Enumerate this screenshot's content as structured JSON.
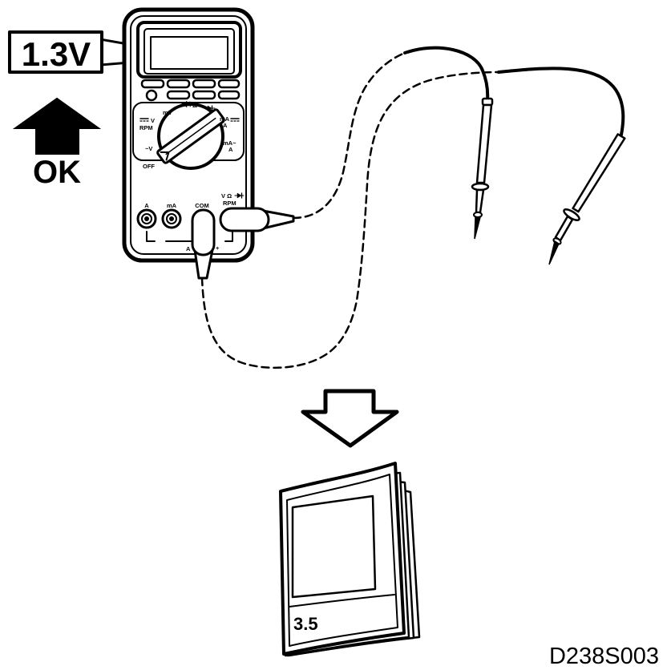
{
  "callout": {
    "reading": "1.3V"
  },
  "status": {
    "label": "OK"
  },
  "meter": {
    "dial": {
      "mv": "mV",
      "ohm": "Ω",
      "dc_v": "V",
      "rpm": "RPM",
      "ac_v": "~V",
      "off": "OFF",
      "dc_ma": "mA",
      "dc_a": "A",
      "ac_ma": "mA~",
      "ac_a": "A"
    },
    "jacks": {
      "a": "A",
      "ma": "mA",
      "com": "COM",
      "v_ohm": "V Ω",
      "rpm": "RPM"
    },
    "polarity": {
      "a": "A",
      "plus": "+"
    }
  },
  "manual": {
    "section": "3.5"
  },
  "figure_code": "D238S003",
  "icons": {
    "ok": "up-arrow-icon",
    "next_step": "down-arrow-icon",
    "continuity": "speaker-icon",
    "diode": "diode-icon",
    "dc": "dc-symbol-icon"
  },
  "colors": {
    "ink": "#000000",
    "paper": "#ffffff"
  }
}
